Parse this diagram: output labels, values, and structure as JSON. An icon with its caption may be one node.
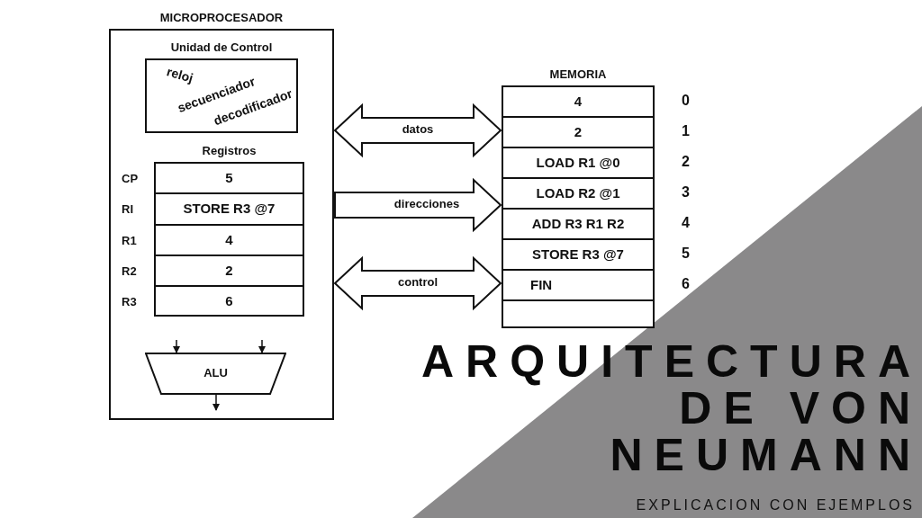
{
  "diagram": {
    "title": "ARQUITECTURA DE VON NEUMANN",
    "caption": "EXPLICACION CON EJEMPLOS",
    "nodes": [
      {
        "text": [
          "MICROPROCESADOR"
        ]
      },
      {
        "text": [
          "Unidad de Control",
          "reloj",
          "secuenciador",
          "decodificador"
        ],
        "in": 0
      },
      {
        "text": [
          "Registros"
        ],
        "in": 0
      },
      {
        "text": [
          "5"
        ],
        "beside": [
          "CP"
        ],
        "in": 2
      },
      {
        "text": [
          "STORE R3 @7"
        ],
        "beside": [
          "RI"
        ],
        "in": 2
      },
      {
        "text": [
          "4"
        ],
        "beside": [
          "R1"
        ],
        "in": 2
      },
      {
        "text": [
          "2"
        ],
        "beside": [
          "R2"
        ],
        "in": 2
      },
      {
        "text": [
          "6"
        ],
        "beside": [
          "R3"
        ],
        "in": 2
      },
      {
        "text": [
          "ALU"
        ],
        "in": 0
      },
      {
        "text": [
          "MEMORIA"
        ]
      },
      {
        "text": [
          "4"
        ],
        "beside": [
          "0"
        ],
        "in": 9
      },
      {
        "text": [
          "2"
        ],
        "beside": [
          "1"
        ],
        "in": 9
      },
      {
        "text": [
          "LOAD R1 @0"
        ],
        "beside": [
          "2"
        ],
        "in": 9
      },
      {
        "text": [
          "LOAD R2 @1"
        ],
        "beside": [
          "3"
        ],
        "in": 9
      },
      {
        "text": [
          "ADD R3 R1 R2"
        ],
        "beside": [
          "4"
        ],
        "in": 9
      },
      {
        "text": [
          "STORE R3 @7"
        ],
        "beside": [
          "5"
        ],
        "in": 9
      },
      {
        "text": [
          "FIN"
        ],
        "beside": [
          "6"
        ],
        "in": 9
      },
      {
        "text": [],
        "shape": "box",
        "in": 9
      }
    ],
    "edges": [
      {
        "from": 0,
        "to": 9,
        "arrow": "both",
        "label": "datos"
      },
      {
        "from": 0,
        "to": 9,
        "arrow": "to",
        "label": "direcciones"
      },
      {
        "from": 0,
        "to": 9,
        "arrow": "both",
        "label": "control"
      },
      {
        "from": null,
        "to": 8,
        "arrow": "to"
      },
      {
        "from": null,
        "to": 8,
        "arrow": "to"
      },
      {
        "from": 8,
        "to": null,
        "arrow": "to"
      }
    ]
  }
}
